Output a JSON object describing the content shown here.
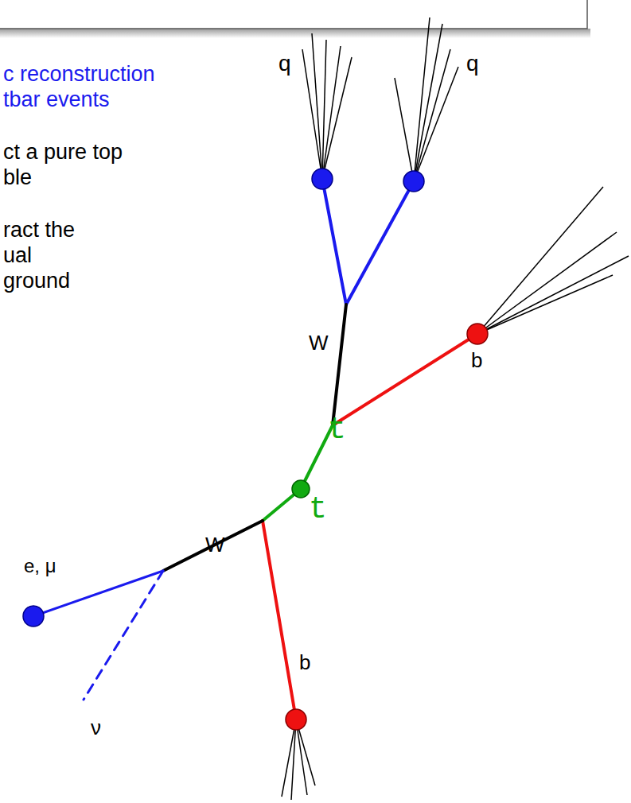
{
  "diagram": {
    "labels": [
      "c reconstruction",
      "tbar events",
      "ct a pure top",
      "ble",
      "ract the",
      "ual",
      "ground",
      "q",
      "q",
      "W",
      "b",
      "t",
      "t",
      "W",
      "e, μ",
      "b",
      "ν"
    ]
  }
}
